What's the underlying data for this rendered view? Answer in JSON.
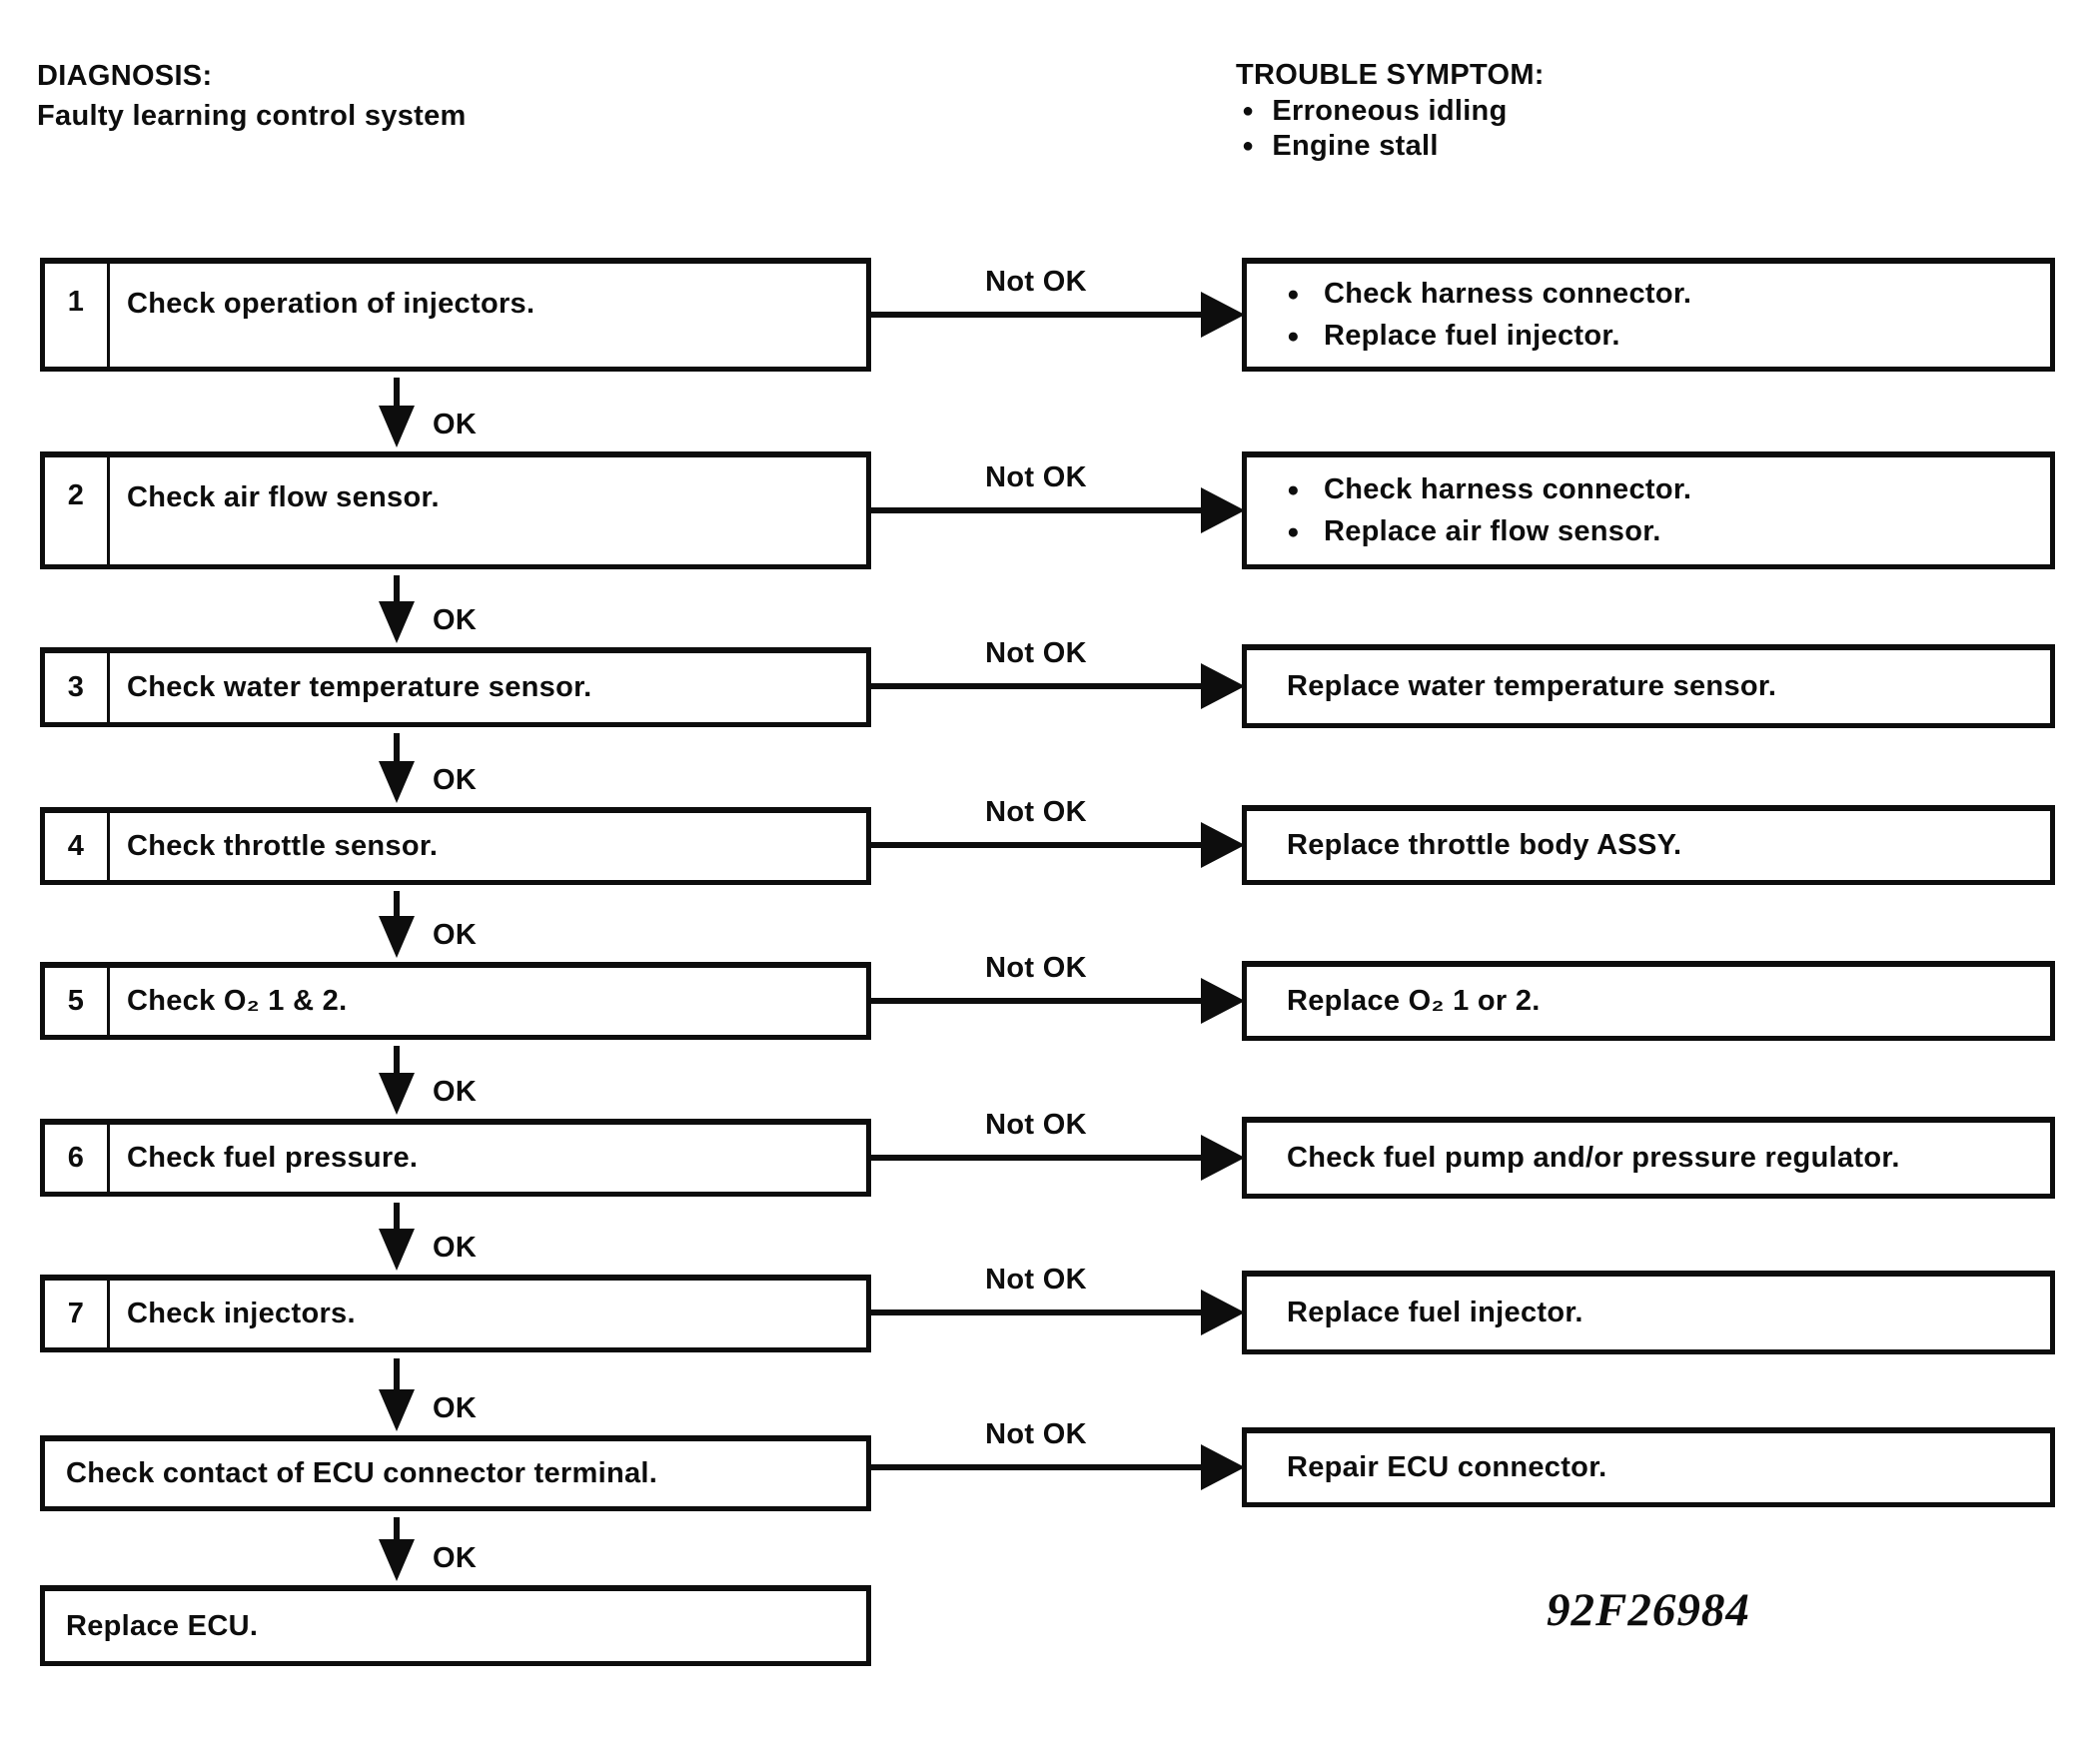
{
  "header": {
    "diagnosis_label": "DIAGNOSIS:",
    "diagnosis_value": "Faulty learning control system",
    "symptom_label": "TROUBLE SYMPTOM:",
    "symptoms": [
      "Erroneous idling",
      "Engine stall"
    ]
  },
  "labels": {
    "ok": "OK",
    "not_ok": "Not OK",
    "bullet": "●"
  },
  "figure_code": "92F26984",
  "steps": [
    {
      "num": "1",
      "action": "Check operation of injectors.",
      "remedies": [
        "Check harness connector.",
        "Replace fuel injector."
      ]
    },
    {
      "num": "2",
      "action": "Check air flow sensor.",
      "remedies": [
        "Check harness connector.",
        "Replace air flow sensor."
      ]
    },
    {
      "num": "3",
      "action": "Check water temperature sensor.",
      "remedies": [
        "Replace water temperature sensor."
      ]
    },
    {
      "num": "4",
      "action": "Check throttle sensor.",
      "remedies": [
        "Replace throttle body ASSY."
      ]
    },
    {
      "num": "5",
      "action": "Check O₂ 1 & 2.",
      "remedies": [
        "Replace O₂ 1 or 2."
      ]
    },
    {
      "num": "6",
      "action": "Check fuel pressure.",
      "remedies": [
        "Check fuel pump and/or pressure regulator."
      ]
    },
    {
      "num": "7",
      "action": "Check injectors.",
      "remedies": [
        "Replace fuel injector."
      ]
    },
    {
      "num": "",
      "action": "Check contact of ECU connector terminal.",
      "remedies": [
        "Repair ECU connector."
      ]
    },
    {
      "num": "",
      "action": "Replace ECU.",
      "remedies": []
    }
  ]
}
